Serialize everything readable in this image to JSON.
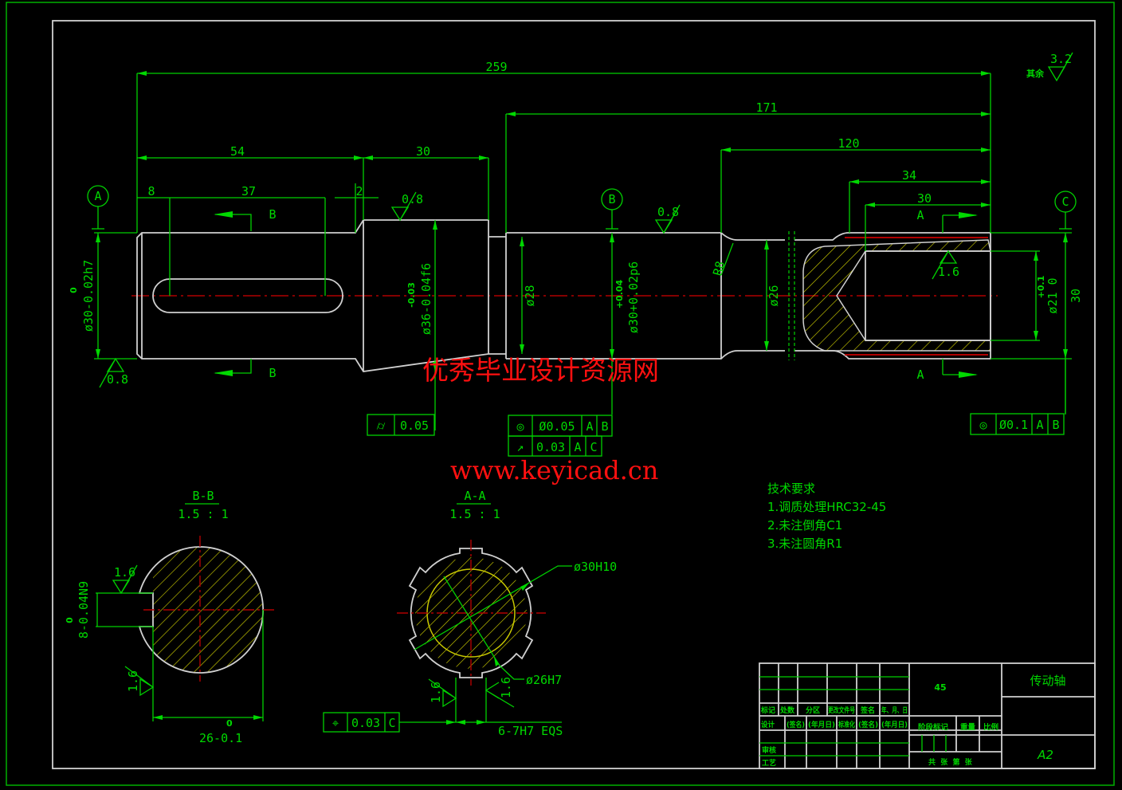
{
  "drawing": {
    "overall_length": "259",
    "dims": {
      "d171": "171",
      "d120": "120",
      "d54": "54",
      "d30a": "30",
      "d34": "34",
      "d30b": "30",
      "d8": "8",
      "d37": "37",
      "d2": "2",
      "phi30h7": "ø30-0.02h7",
      "phi30h7_upper": "0",
      "phi36f6": "ø36-0.04f6",
      "phi36f6_upper": "-0.03",
      "phi28": "ø28",
      "phi30p6": "ø30+0.02p6",
      "phi30p6_upper": "+0.04",
      "r8": "R8",
      "phi26": "ø26",
      "phi21": "ø21 0",
      "phi21_upper": "+0.1",
      "d30c": "30"
    },
    "roughness": {
      "r1": "0.8",
      "r2": "0.8",
      "r3": "0.8",
      "r4": "1.6",
      "rest_label": "其余",
      "rest_value": "3.2"
    },
    "datums": {
      "a": "A",
      "b": "B",
      "c": "C"
    },
    "section_marks": {
      "b": "B",
      "a": "A"
    },
    "tolerance_frames": [
      {
        "symbol": "⌭",
        "value": "0.05",
        "datums": []
      },
      {
        "symbol": "◎",
        "value": "Ø0.05",
        "datums": [
          "A",
          "B"
        ]
      },
      {
        "symbol": "↗",
        "value": "0.03",
        "datums": [
          "A",
          "C"
        ]
      },
      {
        "symbol": "◎",
        "value": "Ø0.1",
        "datums": [
          "A",
          "B"
        ]
      },
      {
        "symbol": "⌖",
        "value": "0.03",
        "datums": [
          "C"
        ]
      }
    ],
    "section_bb": {
      "title": "B-B",
      "scale": "1.5 : 1",
      "key_width": "8-0.04N9",
      "key_width_upper": "0",
      "depth": "26-0.1",
      "depth_upper": "0",
      "roughness1": "1.6",
      "roughness2": "1.6"
    },
    "section_aa": {
      "title": "A-A",
      "scale": "1.5 : 1",
      "outer": "ø30H10",
      "inner": "ø26H7",
      "slots": "6-7H7 EQS",
      "roughness1": "1.6",
      "roughness2": "1.6"
    }
  },
  "tech_requirements": {
    "title": "技术要求",
    "items": [
      "1.调质处理HRC32-45",
      "2.未注倒角C1",
      "3.未注圆角R1"
    ]
  },
  "watermark": {
    "line1": "优秀毕业设计资源网",
    "line2": "www.keyicad.cn"
  },
  "title_block": {
    "material": "45",
    "part_name": "传动轴",
    "sheet_size": "A2",
    "headers": [
      "标记",
      "处数",
      "分区",
      "更改文件号",
      "签名",
      "年、月、日"
    ],
    "row2": [
      "设计",
      "(签名)",
      "(年月日)",
      "标准化",
      "(签名)",
      "(年月日)"
    ],
    "stage_label": "阶段标记",
    "weight_label": "重量",
    "scale_label": "比例",
    "review": "审核",
    "process": "工艺",
    "sheets": "共  张  第  张"
  }
}
